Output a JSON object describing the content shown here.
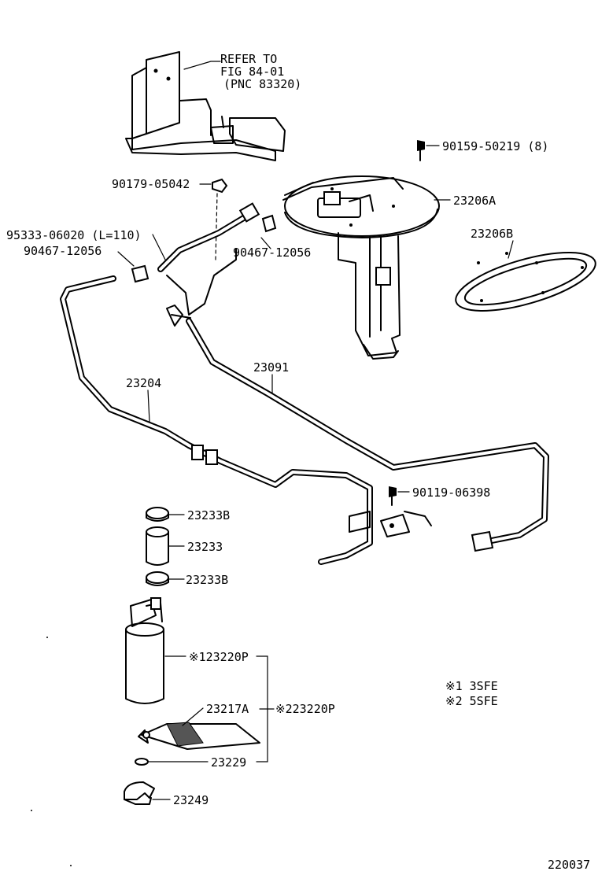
{
  "callouts": {
    "refer_line1": "REFER TO",
    "refer_line2": "FIG 84-01",
    "refer_line3": "(PNC 83320)",
    "bolt_90159": "90159-50219 (8)",
    "nut_90179": "90179-05042",
    "assy_23206A": "23206A",
    "hose_95333": "95333-06020 (L=110)",
    "clip_90467_left": "90467-12056",
    "clip_90467_right": "90467-12056",
    "gasket_23206B": "23206B",
    "tube_23204": "23204",
    "tube_23091": "23091",
    "bolt_90119": "90119-06398",
    "clamp_23233B_top": "23233B",
    "hose_23233": "23233",
    "clamp_23233B_bottom": "23233B",
    "pump_1": "※123220P",
    "filter_23217A": "23217A",
    "pump_2": "※223220P",
    "washer_23229": "23229",
    "clip_23249": "23249"
  },
  "legend": {
    "note_1": "※1 3SFE",
    "note_2": "※2 5SFE"
  },
  "figure_code": "220037"
}
